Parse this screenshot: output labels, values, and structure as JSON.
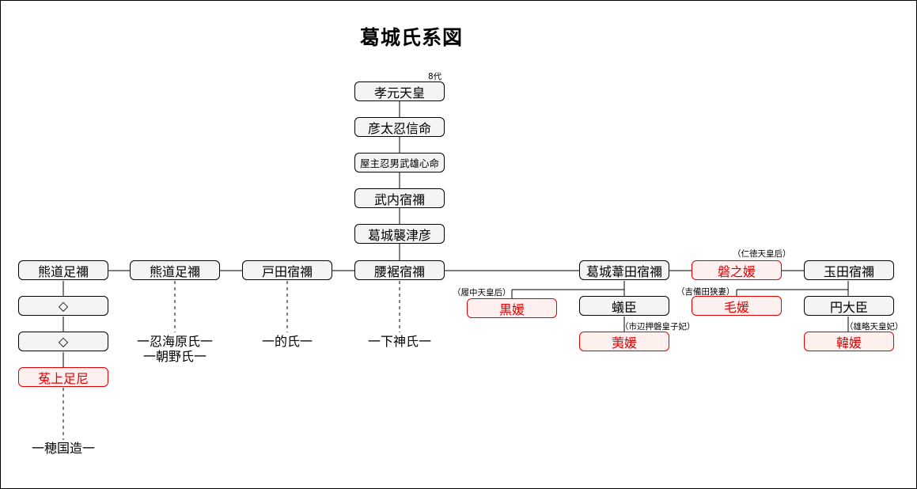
{
  "title": "葛城氏系図",
  "colors": {
    "line": "#000000",
    "box_fill": "#f4f4f4",
    "highlight": "#e00000",
    "highlight_fill": "#fff0f0"
  },
  "nodes": {
    "kogen": "孝元天皇",
    "hikofuto": "彦太忍信命",
    "yanushi": "屋主忍男武雄心命",
    "takeuchi": "武内宿禰",
    "sotsuhiko": "葛城襲津彦",
    "koshitsuki": "腰裾宿禰",
    "toda": "戸田宿禰",
    "kumamichi2": "熊道足禰",
    "kumamichi1": "熊道足禰",
    "diamond1": "◇",
    "diamond2": "◇",
    "mukaiage": "菟上足尼",
    "ashita": "葛城葦田宿禰",
    "iwa": "磐之媛",
    "tamada": "玉田宿禰",
    "kuro": "黒媛",
    "ari": "蟻臣",
    "hae": "荑媛",
    "ke": "毛媛",
    "tsubura": "円大臣",
    "kara": "韓媛"
  },
  "notes": {
    "kogen": "8代",
    "iwa": "（仁徳天皇后）",
    "kuro": "（履中天皇后）",
    "hae": "（市辺押磐皇子妃）",
    "ke": "（吉備田狭妻）",
    "kara": "（雄略天皇妃）"
  },
  "clans": {
    "hozumi": "一穂国造一",
    "oshinumi": "一忍海原氏一",
    "asano": "一朝野氏一",
    "ikuha": "一的氏一",
    "shimotsu": "一下神氏一"
  }
}
